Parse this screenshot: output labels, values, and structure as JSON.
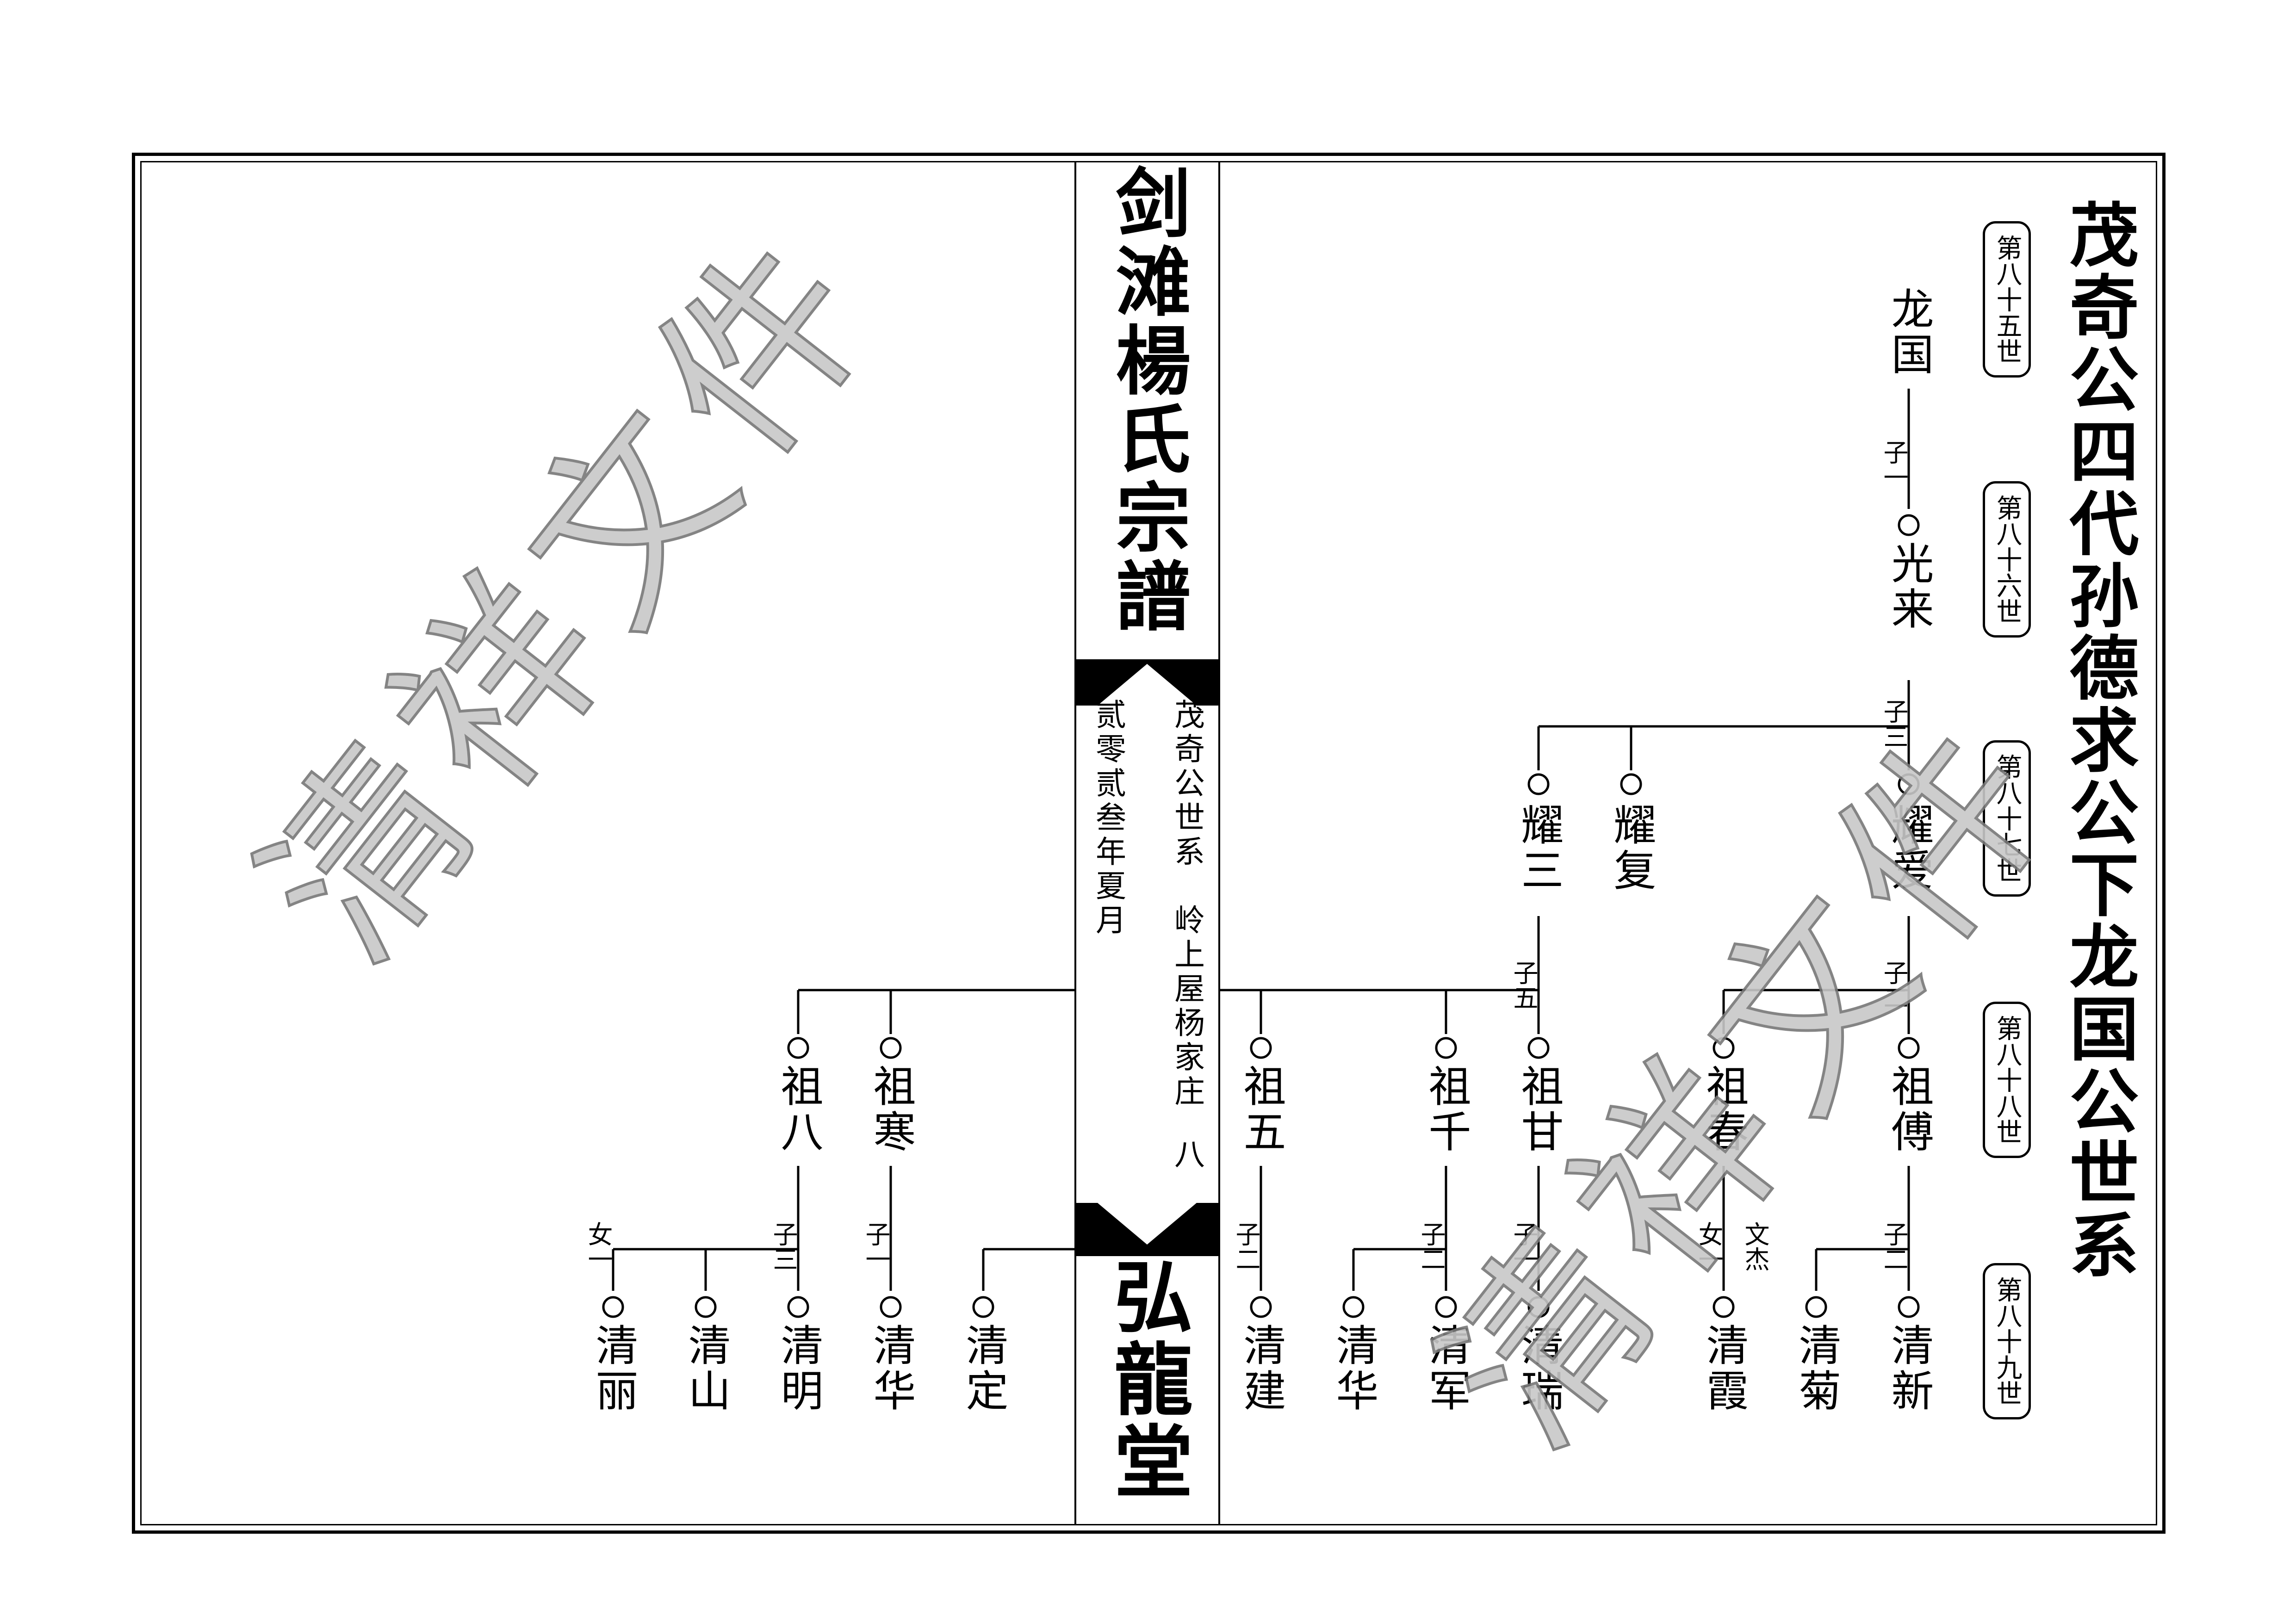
{
  "spine": {
    "title": "剑滩楊氏宗譜",
    "sub_line1": "茂奇公世系　岭上屋杨家庄",
    "page_no": "八",
    "date": "贰零贰叁年夏月",
    "hall": "弘龍堂"
  },
  "page_title": "茂奇公四代孙德求公下龙国公世系",
  "generations": [
    "第八十五世",
    "第八十六世",
    "第八十七世",
    "第八十八世",
    "第八十九世"
  ],
  "watermark": "清祥文件",
  "tree": {
    "names": {
      "longguo": "龙国",
      "guanglai": "光来",
      "yaoai": "耀爱",
      "yaofu": "耀复",
      "yaosan": "耀三",
      "zufu": "祖傅",
      "zuchun": "祖春",
      "zugan": "祖甘",
      "zuqian": "祖千",
      "zuwu": "祖五",
      "zuhan": "祖寒",
      "zuba": "祖八",
      "qingxin": "清新",
      "qingju": "清菊",
      "qingxia": "清霞",
      "qingrui": "清瑞",
      "qingjun": "清军",
      "qinghua1": "清华",
      "qingjian": "清建",
      "qingding": "清定",
      "qinghua2": "清华",
      "qingming": "清明",
      "qingshan": "清山",
      "qingli": "清丽"
    },
    "labels": {
      "l_longguo": "子一",
      "l_guanglai": "子三",
      "l_yaoai": "子二",
      "l_yaosan": "子五",
      "l_zufu": "子二",
      "l_zuchun_child": "女一",
      "l_zuchun_wenjie": "文杰",
      "l_zugan": "子一",
      "l_zuqian": "子二",
      "l_zuwu": "子二",
      "l_zuhan": "子一",
      "l_zuba": "子三",
      "l_zuba_daughter": "女一"
    }
  }
}
